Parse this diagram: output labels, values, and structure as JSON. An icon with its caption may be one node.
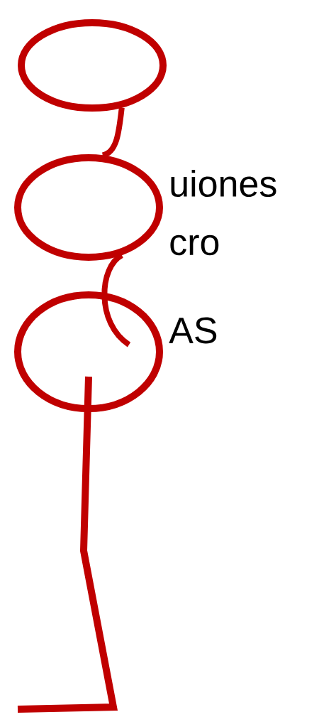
{
  "diagram": {
    "nodes": [
      {
        "text": [],
        "shape": "circle"
      },
      {
        "text": [],
        "shape": "circle"
      },
      {
        "text": [],
        "shape": "circle"
      }
    ],
    "edges": [
      {
        "from": 0,
        "to": 1,
        "arrow": "none"
      },
      {
        "from": 1,
        "to": 2,
        "arrow": "none"
      }
    ],
    "labels": [
      "uiones",
      "cro",
      "AS"
    ]
  }
}
